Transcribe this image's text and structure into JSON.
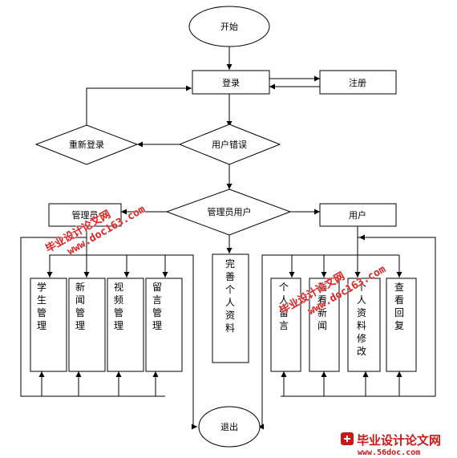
{
  "nodes": {
    "start": "开始",
    "login": "登录",
    "register": "注册",
    "relogin": "重新登录",
    "user_error": "用户错误",
    "admin_or_user": "管理员用户",
    "admin": "管理员",
    "user": "用户",
    "complete_profile": "完善个人资料",
    "student_mgmt": "学生管理",
    "news_mgmt": "新闻管理",
    "video_mgmt": "视频管理",
    "message_mgmt": "留言管理",
    "personal_message": "个人留言",
    "view_news": "查看新闻",
    "edit_profile": "个人资料修改",
    "view_reply": "查看回复",
    "exit": "退出"
  },
  "watermark": {
    "text": "毕业设计论文网",
    "url": "www.doc163.com"
  },
  "logo": {
    "title": "毕业设计论文网",
    "url": "www.56doc.com"
  }
}
